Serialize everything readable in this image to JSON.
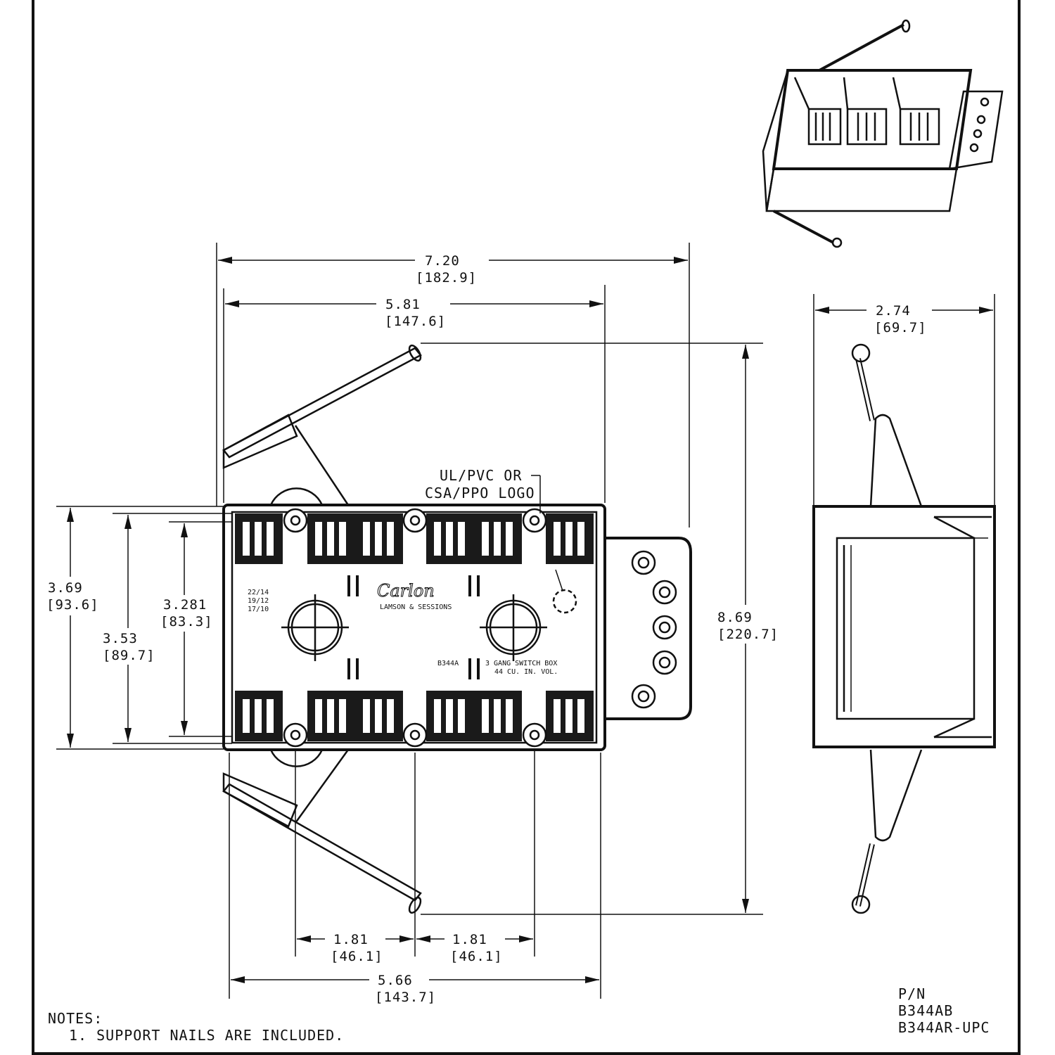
{
  "dimensions": {
    "overall_width": {
      "in": "7.20",
      "mm": "[182.9]"
    },
    "body_width": {
      "in": "5.81",
      "mm": "[147.6]"
    },
    "side_depth": {
      "in": "2.74",
      "mm": "[69.7]"
    },
    "overall_height": {
      "in": "8.69",
      "mm": "[220.7]"
    },
    "height_outer": {
      "in": "3.69",
      "mm": "[93.6]"
    },
    "height_mid": {
      "in": "3.53",
      "mm": "[89.7]"
    },
    "height_inner": {
      "in": "3.281",
      "mm": "[83.3]"
    },
    "spacing_left": {
      "in": "1.81",
      "mm": "[46.1]"
    },
    "spacing_right": {
      "in": "1.81",
      "mm": "[46.1]"
    },
    "bottom_width": {
      "in": "5.66",
      "mm": "[143.7]"
    }
  },
  "callout": {
    "line1": "UL/PVC OR",
    "line2": "CSA/PPO LOGO"
  },
  "box_marks": {
    "brand": "Carlon",
    "sub_brand": "LAMSON & SESSIONS",
    "wire_sizes": [
      "22/14",
      "19/12",
      "17/10"
    ],
    "model": "B344A",
    "desc1": "3 GANG SWITCH BOX",
    "desc2": "44 CU. IN. VOL."
  },
  "notes": {
    "title": "NOTES:",
    "item1": "1. SUPPORT NAILS ARE INCLUDED."
  },
  "part_numbers": {
    "label": "P/N",
    "pn1": "B344AB",
    "pn2": "B344AR-UPC"
  }
}
